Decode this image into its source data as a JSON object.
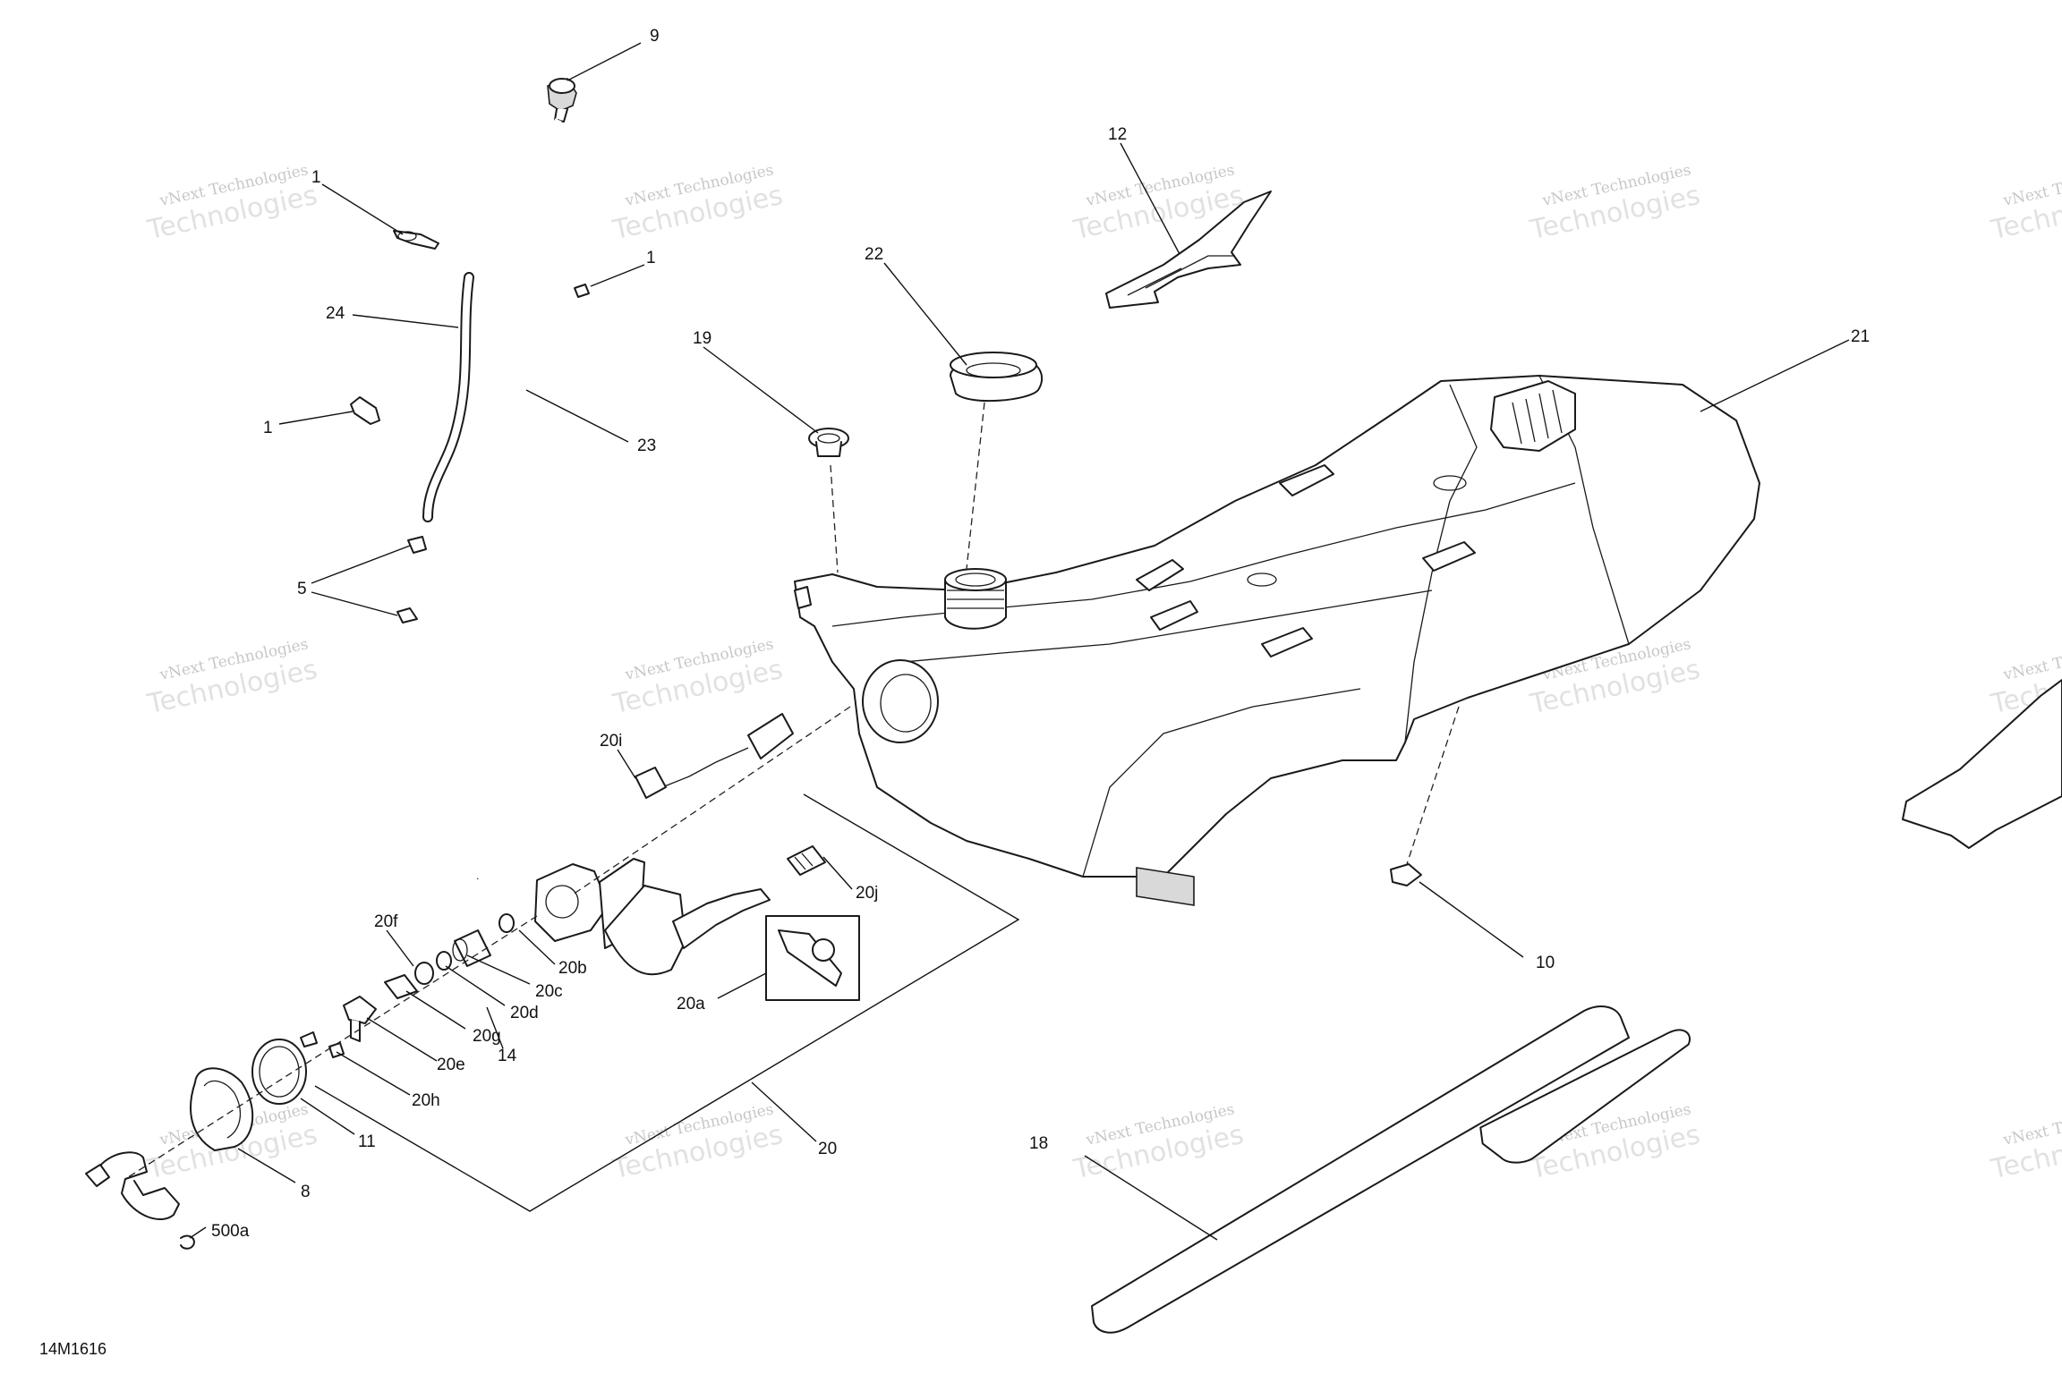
{
  "figure_id": "14M1616",
  "watermark": {
    "line1": "vNext Technologies",
    "line2": "Technologies",
    "prefix": "vNext"
  },
  "callouts": [
    {
      "id": "c9",
      "label": "9"
    },
    {
      "id": "c1a",
      "label": "1"
    },
    {
      "id": "c1b",
      "label": "1"
    },
    {
      "id": "c1c",
      "label": "1"
    },
    {
      "id": "c24",
      "label": "24"
    },
    {
      "id": "c23",
      "label": "23"
    },
    {
      "id": "c5",
      "label": "5"
    },
    {
      "id": "c12",
      "label": "12"
    },
    {
      "id": "c22",
      "label": "22"
    },
    {
      "id": "c19",
      "label": "19"
    },
    {
      "id": "c21",
      "label": "21"
    },
    {
      "id": "c20i",
      "label": "20i"
    },
    {
      "id": "c20j",
      "label": "20j"
    },
    {
      "id": "c20f",
      "label": "20f"
    },
    {
      "id": "c20b",
      "label": "20b"
    },
    {
      "id": "c20c",
      "label": "20c"
    },
    {
      "id": "c20d",
      "label": "20d"
    },
    {
      "id": "c20g",
      "label": "20g"
    },
    {
      "id": "c14",
      "label": "14"
    },
    {
      "id": "c20e",
      "label": "20e"
    },
    {
      "id": "c20h",
      "label": "20h"
    },
    {
      "id": "c20a",
      "label": "20a"
    },
    {
      "id": "c11",
      "label": "11"
    },
    {
      "id": "c8",
      "label": "8"
    },
    {
      "id": "c500a",
      "label": "500a"
    },
    {
      "id": "c20",
      "label": "20"
    },
    {
      "id": "c10",
      "label": "10"
    },
    {
      "id": "c18",
      "label": "18"
    }
  ]
}
